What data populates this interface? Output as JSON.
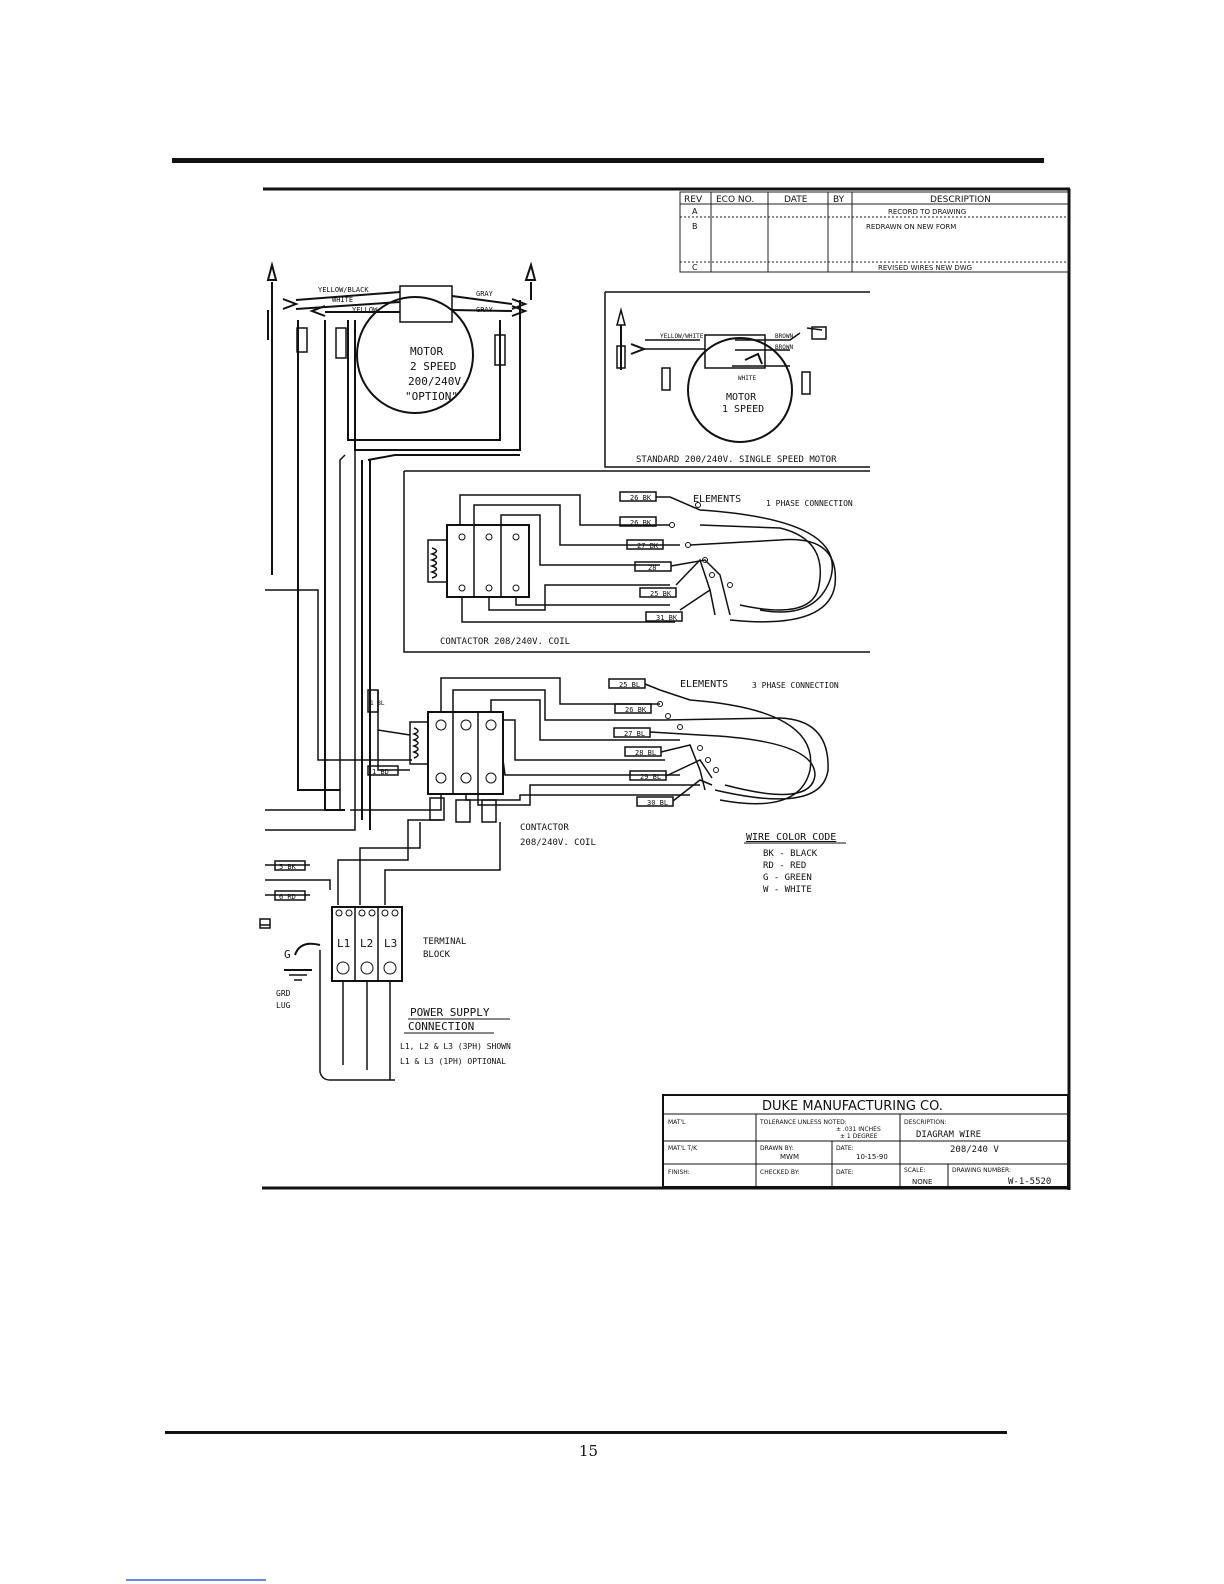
{
  "revision_table": {
    "headers": [
      "REV",
      "ECO NO.",
      "DATE",
      "BY",
      "DESCRIPTION"
    ],
    "rows": [
      {
        "rev": "A",
        "desc": "RECORD TO DRAWING"
      },
      {
        "rev": "B",
        "desc": "REDRAWN ON NEW FORM"
      },
      {
        "rev": "C",
        "desc": "REVISED WIRES NEW DWG"
      }
    ]
  },
  "motor_2speed": {
    "wire_yellow_black": "YELLOW/BLACK",
    "wire_white": "WHITE",
    "wire_yellow": "YELLOW",
    "wire_gray_1": "GRAY",
    "wire_gray_2": "GRAY",
    "line1": "MOTOR",
    "line2": "2 SPEED",
    "line3": "200/240V.",
    "line4": "\"OPTION\""
  },
  "motor_1speed": {
    "wire_yellow_white": "YELLOW/WHITE",
    "wire_brown_1": "BROWN",
    "wire_brown_2": "BROWN",
    "wire_white": "WHITE",
    "line1": "MOTOR",
    "line2": "1 SPEED",
    "caption": "STANDARD 200/240V. SINGLE SPEED MOTOR"
  },
  "single_phase": {
    "elements_label": "ELEMENTS",
    "connection_label": "1 PHASE CONNECTION",
    "contactor_label": "CONTACTOR 208/240V. COIL",
    "wire_tags": [
      "26 BK",
      "26 BK",
      "27 BK",
      "28",
      "25 BK",
      "31 BK"
    ]
  },
  "three_phase": {
    "elements_label": "ELEMENTS",
    "connection_label": "3 PHASE CONNECTION",
    "contactor_line1": "CONTACTOR",
    "contactor_line2": "208/240V. COIL",
    "wire_tags": [
      "25 BL",
      "26 BK",
      "27 BL",
      "28 BL",
      "29 BL",
      "30 BL"
    ],
    "aux_tag_1": "1 BL",
    "aux_tag_2": "1 BD"
  },
  "wire_color_code": {
    "title": "WIRE COLOR CODE",
    "items": [
      "BK - BLACK",
      "RD - RED",
      "G - GREEN",
      "W - WHITE"
    ]
  },
  "terminal_block": {
    "line1": "TERMINAL",
    "line2": "BLOCK",
    "terminals": [
      "L1",
      "L2",
      "L3"
    ],
    "tag_5bk": "5 BK",
    "tag_6rd": "6 RD",
    "tag_g": "G",
    "ground_line1": "GRD",
    "ground_line2": "LUG"
  },
  "power_supply": {
    "title_line1": "POWER SUPPLY",
    "title_line2": "CONNECTION",
    "note1": "L1, L2 & L3 (3PH) SHOWN",
    "note2": "L1 & L3 (1PH) OPTIONAL"
  },
  "title_block": {
    "company": "DUKE MANUFACTURING CO.",
    "mat_label": "MAT'L",
    "tolerance_label": "TOLERANCE UNLESS NOTED:",
    "tolerance_value1": "± .031 INCHES",
    "tolerance_value2": "± 1 DEGREE",
    "description_label": "DESCRIPTION:",
    "description_value1": "DIAGRAM WIRE",
    "description_value2": "208/240 V",
    "mat_l_t_label": "MAT'L T/K",
    "drawn_by_label": "DRAWN BY:",
    "drawn_by_value": "MWM",
    "date_label": "DATE:",
    "date_value": "10-15-90",
    "finish_label": "FINISH:",
    "checked_by_label": "CHECKED BY:",
    "date2_label": "DATE:",
    "scale_label": "SCALE:",
    "scale_value": "NONE",
    "drawing_number_label": "DRAWING NUMBER:",
    "drawing_number_value": "W-1-5520"
  },
  "page_number": "15"
}
